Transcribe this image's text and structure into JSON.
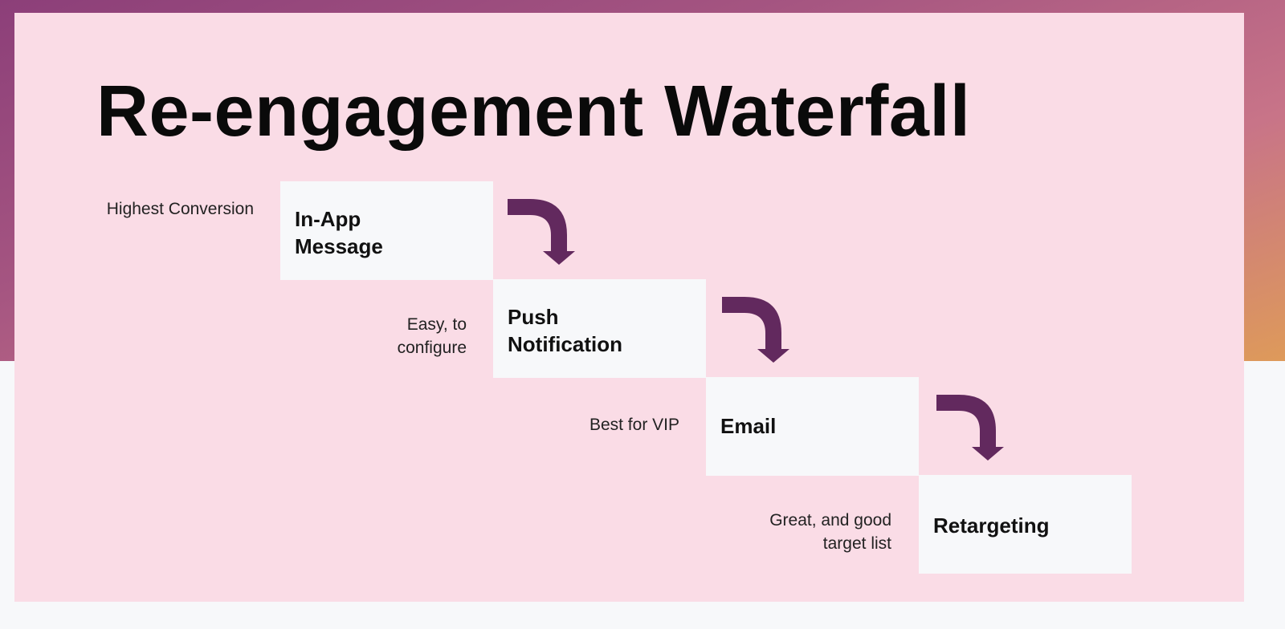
{
  "title": "Re-engagement Waterfall",
  "steps": [
    {
      "label": "In-App Message",
      "note": "Highest Conversion"
    },
    {
      "label": "Push Notification",
      "note": "Easy, to configure"
    },
    {
      "label": "Email",
      "note": "Best for VIP"
    },
    {
      "label": "Retargeting",
      "note": "Great, and good target list"
    }
  ],
  "colors": {
    "arrow": "#62295e",
    "panel": "#fadce6",
    "box": "#f7f8fa"
  },
  "icons": {
    "connector": "curved-down-arrow-icon"
  }
}
